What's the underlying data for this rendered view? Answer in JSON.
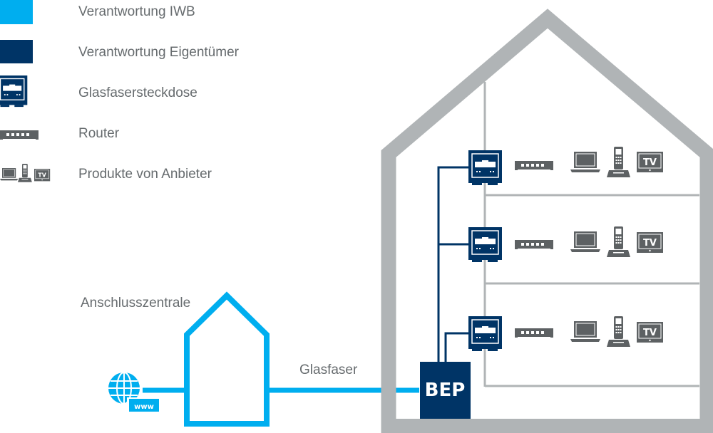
{
  "legend": {
    "items": [
      {
        "label": "Verantwortung IWB",
        "icon": "iwb-color-swatch",
        "color": "#00aeef"
      },
      {
        "label": "Verantwortung Eigentümer",
        "icon": "owner-color-swatch",
        "color": "#003466"
      },
      {
        "label": "Glasfasersteckdose",
        "icon": "fiber-socket-icon"
      },
      {
        "label": "Router",
        "icon": "router-icon"
      },
      {
        "label": "Produkte von Anbieter",
        "icon": "provider-products-icons"
      }
    ]
  },
  "diagram": {
    "central_office_label": "Anschlusszentrale",
    "fiber_label": "Glasfaser",
    "bep_label": "BEP",
    "www_label": "www",
    "tv_label": "TV",
    "colors": {
      "iwb": "#00aeef",
      "owner": "#003466",
      "house_wall": "#b0b4b6",
      "device": "#5d6163"
    },
    "floors": [
      {
        "socket": "fiber-socket",
        "router": "router",
        "devices": [
          "laptop",
          "phone",
          "tv"
        ]
      },
      {
        "socket": "fiber-socket",
        "router": "router",
        "devices": [
          "laptop",
          "phone",
          "tv"
        ]
      },
      {
        "socket": "fiber-socket",
        "router": "router",
        "devices": [
          "laptop",
          "phone",
          "tv"
        ]
      }
    ]
  }
}
